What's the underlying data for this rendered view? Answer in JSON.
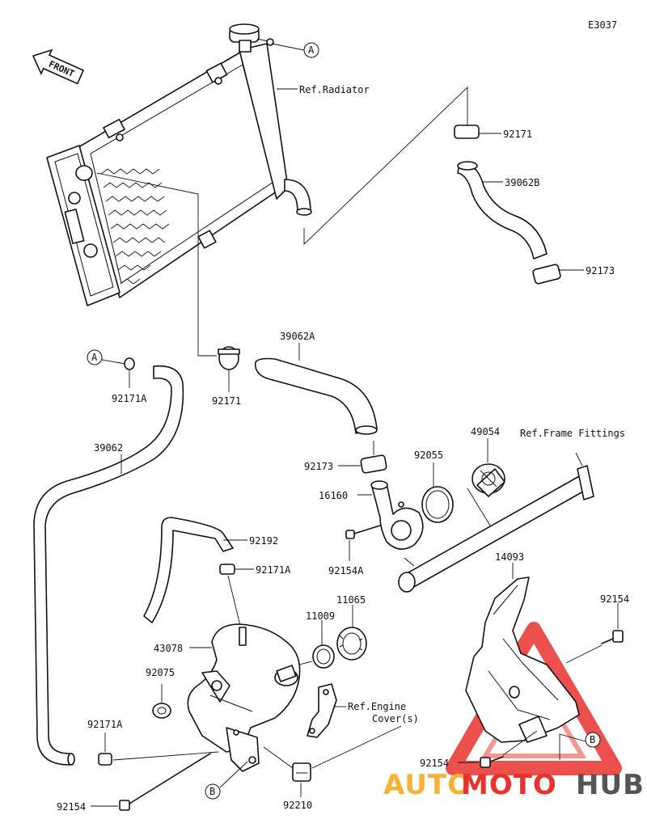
{
  "diagram_code": "E3037",
  "front_label": "FRONT",
  "refs": {
    "radiator": "Ref.Radiator",
    "frame_fittings": "Ref.Frame Fittings",
    "engine_cover_line1": "Ref.Engine",
    "engine_cover_line2": "Cover(s)"
  },
  "markers": {
    "a": "A",
    "b": "B"
  },
  "parts": {
    "p92171_top": "92171",
    "p39062B": "39062B",
    "p92173_top": "92173",
    "p39062A": "39062A",
    "p92171_mid": "92171",
    "p92171A_top": "92171A",
    "p39062": "39062",
    "p92173_mid": "92173",
    "p16160": "16160",
    "p92055": "92055",
    "p49054": "49054",
    "p92192": "92192",
    "p92171A_mid": "92171A",
    "p92154A": "92154A",
    "p14093": "14093",
    "p11065": "11065",
    "p11009": "11009",
    "p43078": "43078",
    "p92154_right": "92154",
    "p92075": "92075",
    "p92171A_low": "92171A",
    "p92154_lowright": "92154",
    "p92210": "92210",
    "p92154_lowleft": "92154"
  },
  "watermark": {
    "part1": "AUTO",
    "part2": "MOTO",
    "part3": "HUB"
  },
  "colors": {
    "watermark_red": "#e8322d",
    "watermark_orange": "#f6b333",
    "watermark_gray": "#555555",
    "line": "#111111"
  }
}
